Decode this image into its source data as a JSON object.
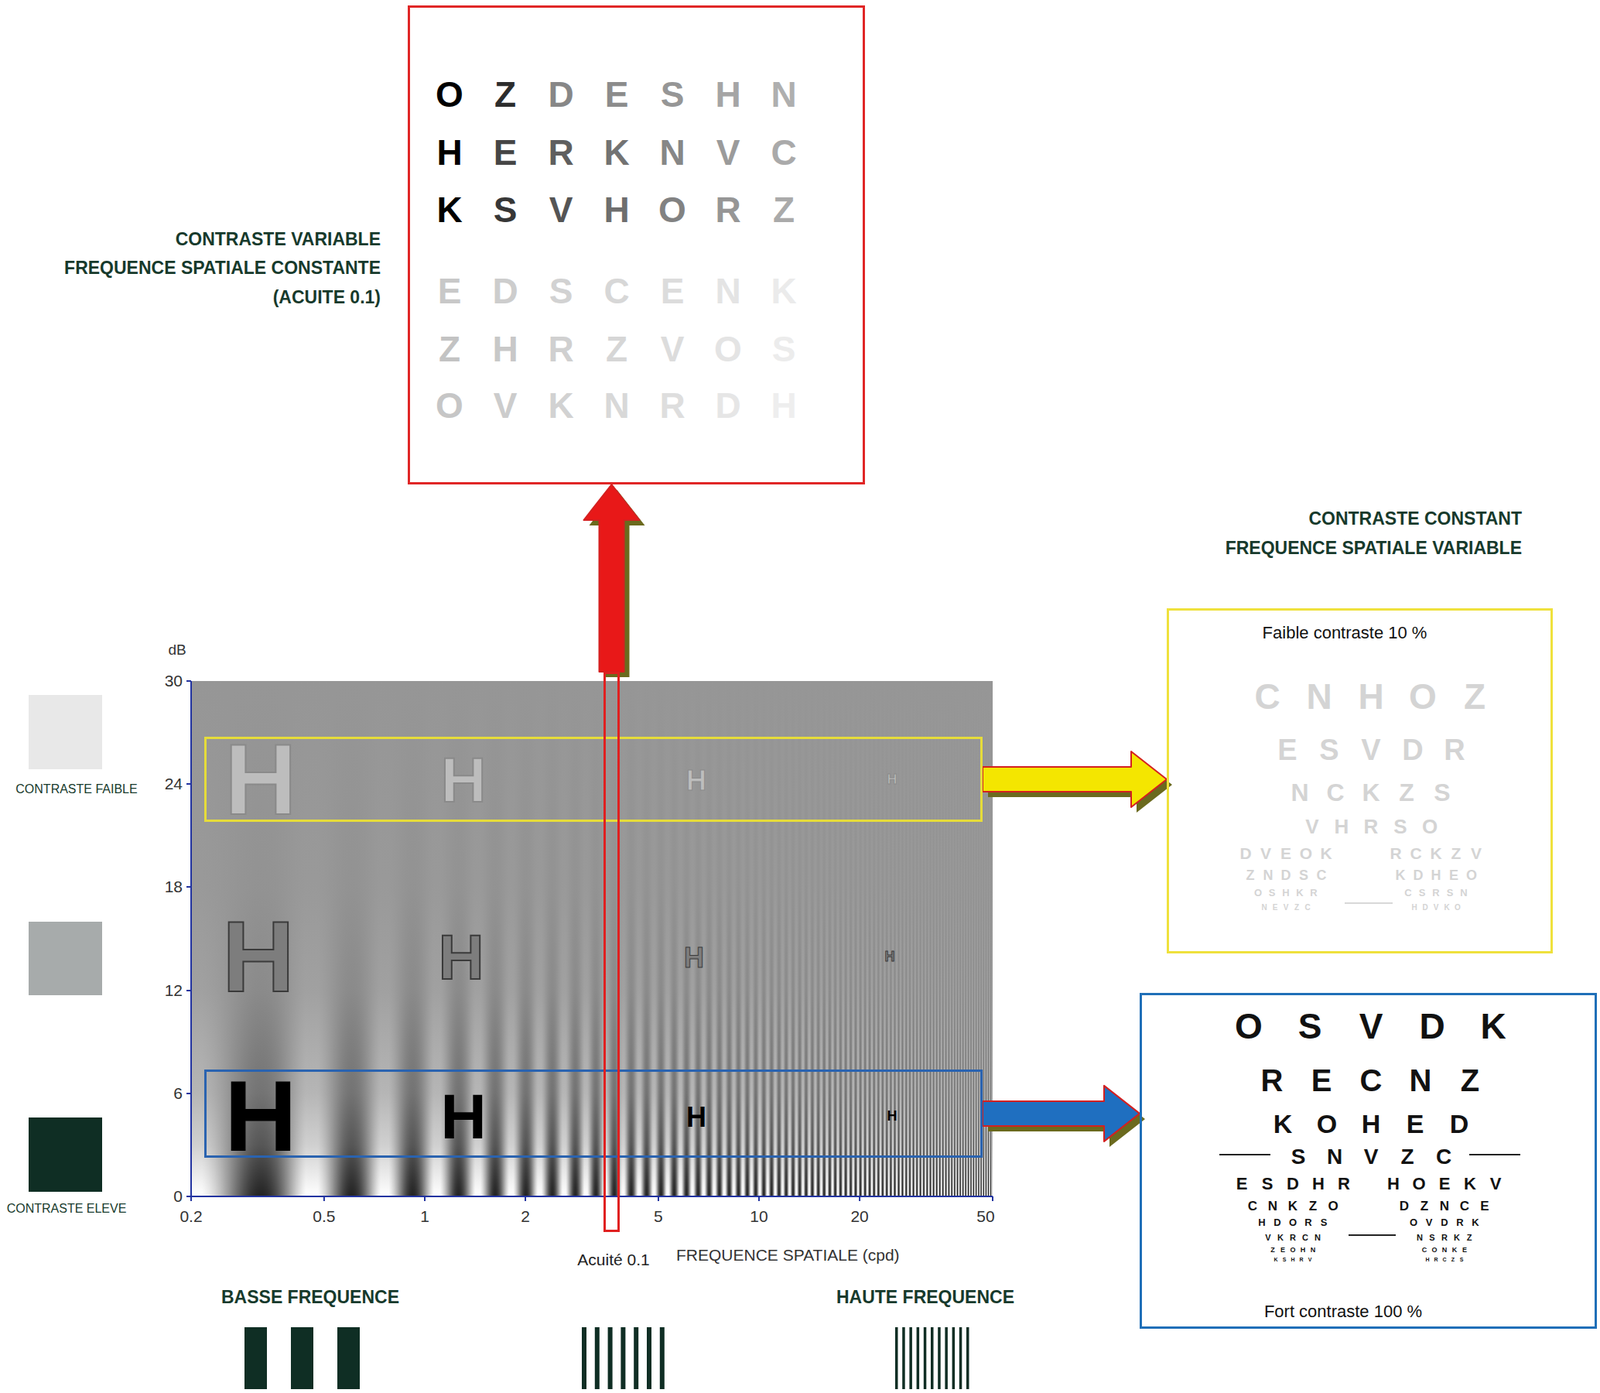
{
  "diagram": {
    "nodes": [
      {
        "text": [
          "OZDESHN",
          "HERKNVC",
          "KSVHORZ",
          "EDSCENK",
          "ZHRZVOS",
          "OVKNRDH"
        ]
      },
      {
        "text": [
          "Faible contraste 10 %",
          "CNHOZ",
          "ESVDR",
          "NCKZS",
          "VHRSO",
          "DVEOK",
          "RCKZV",
          "ZNDSC",
          "KDHEO",
          "OSHKR",
          "CSRSN",
          "NEVZC",
          "HDVKO"
        ]
      },
      {
        "text": [
          "H",
          "H",
          "H",
          "H"
        ]
      },
      {
        "text": [
          "H",
          "H",
          "H",
          "H"
        ],
        "in": 2
      },
      {
        "text": [
          "H",
          "H",
          "H",
          "H"
        ],
        "in": 2
      },
      {
        "text": [
          "Acuité 0.1"
        ]
      },
      {
        "text": [
          "OSVDK",
          "RECNZ",
          "KOHED",
          "SNVZC",
          "ESDHR",
          "HOEKV",
          "CNKZO",
          "DZNCE",
          "HDORS",
          "OVDRK",
          "VKRCN",
          "NSRKZ",
          "ZEOHN",
          "CONKE",
          "KSHRV",
          "HRCZS",
          "Fort contraste 100 %"
        ]
      }
    ],
    "edges": [
      {
        "from": 5,
        "to": 0,
        "arrow": "to"
      },
      {
        "from": 3,
        "to": 1,
        "arrow": "to"
      },
      {
        "from": 4,
        "to": 6,
        "arrow": "to"
      }
    ],
    "labels": [
      "CONTRASTE VARIABLE",
      "FREQUENCE SPATIALE CONSTANTE",
      "(ACUITE 0.1)",
      "CONTRASTE CONSTANT",
      "FREQUENCE SPATIALE VARIABLE",
      "dB",
      "30",
      "24",
      "18",
      "12",
      "6",
      "0",
      "0.2",
      "0.5",
      "1",
      "2",
      "5",
      "10",
      "20",
      "50",
      "FREQUENCE SPATIALE (cpd)",
      "BASSE FREQUENCE",
      "HAUTE FREQUENCE"
    ],
    "legend": [
      {
        "text": "CONTRASTE FAIBLE",
        "color": "#e8e8e8"
      },
      {
        "text": "CONTRASTE ELEVE",
        "color": "#0f2e24"
      }
    ]
  }
}
